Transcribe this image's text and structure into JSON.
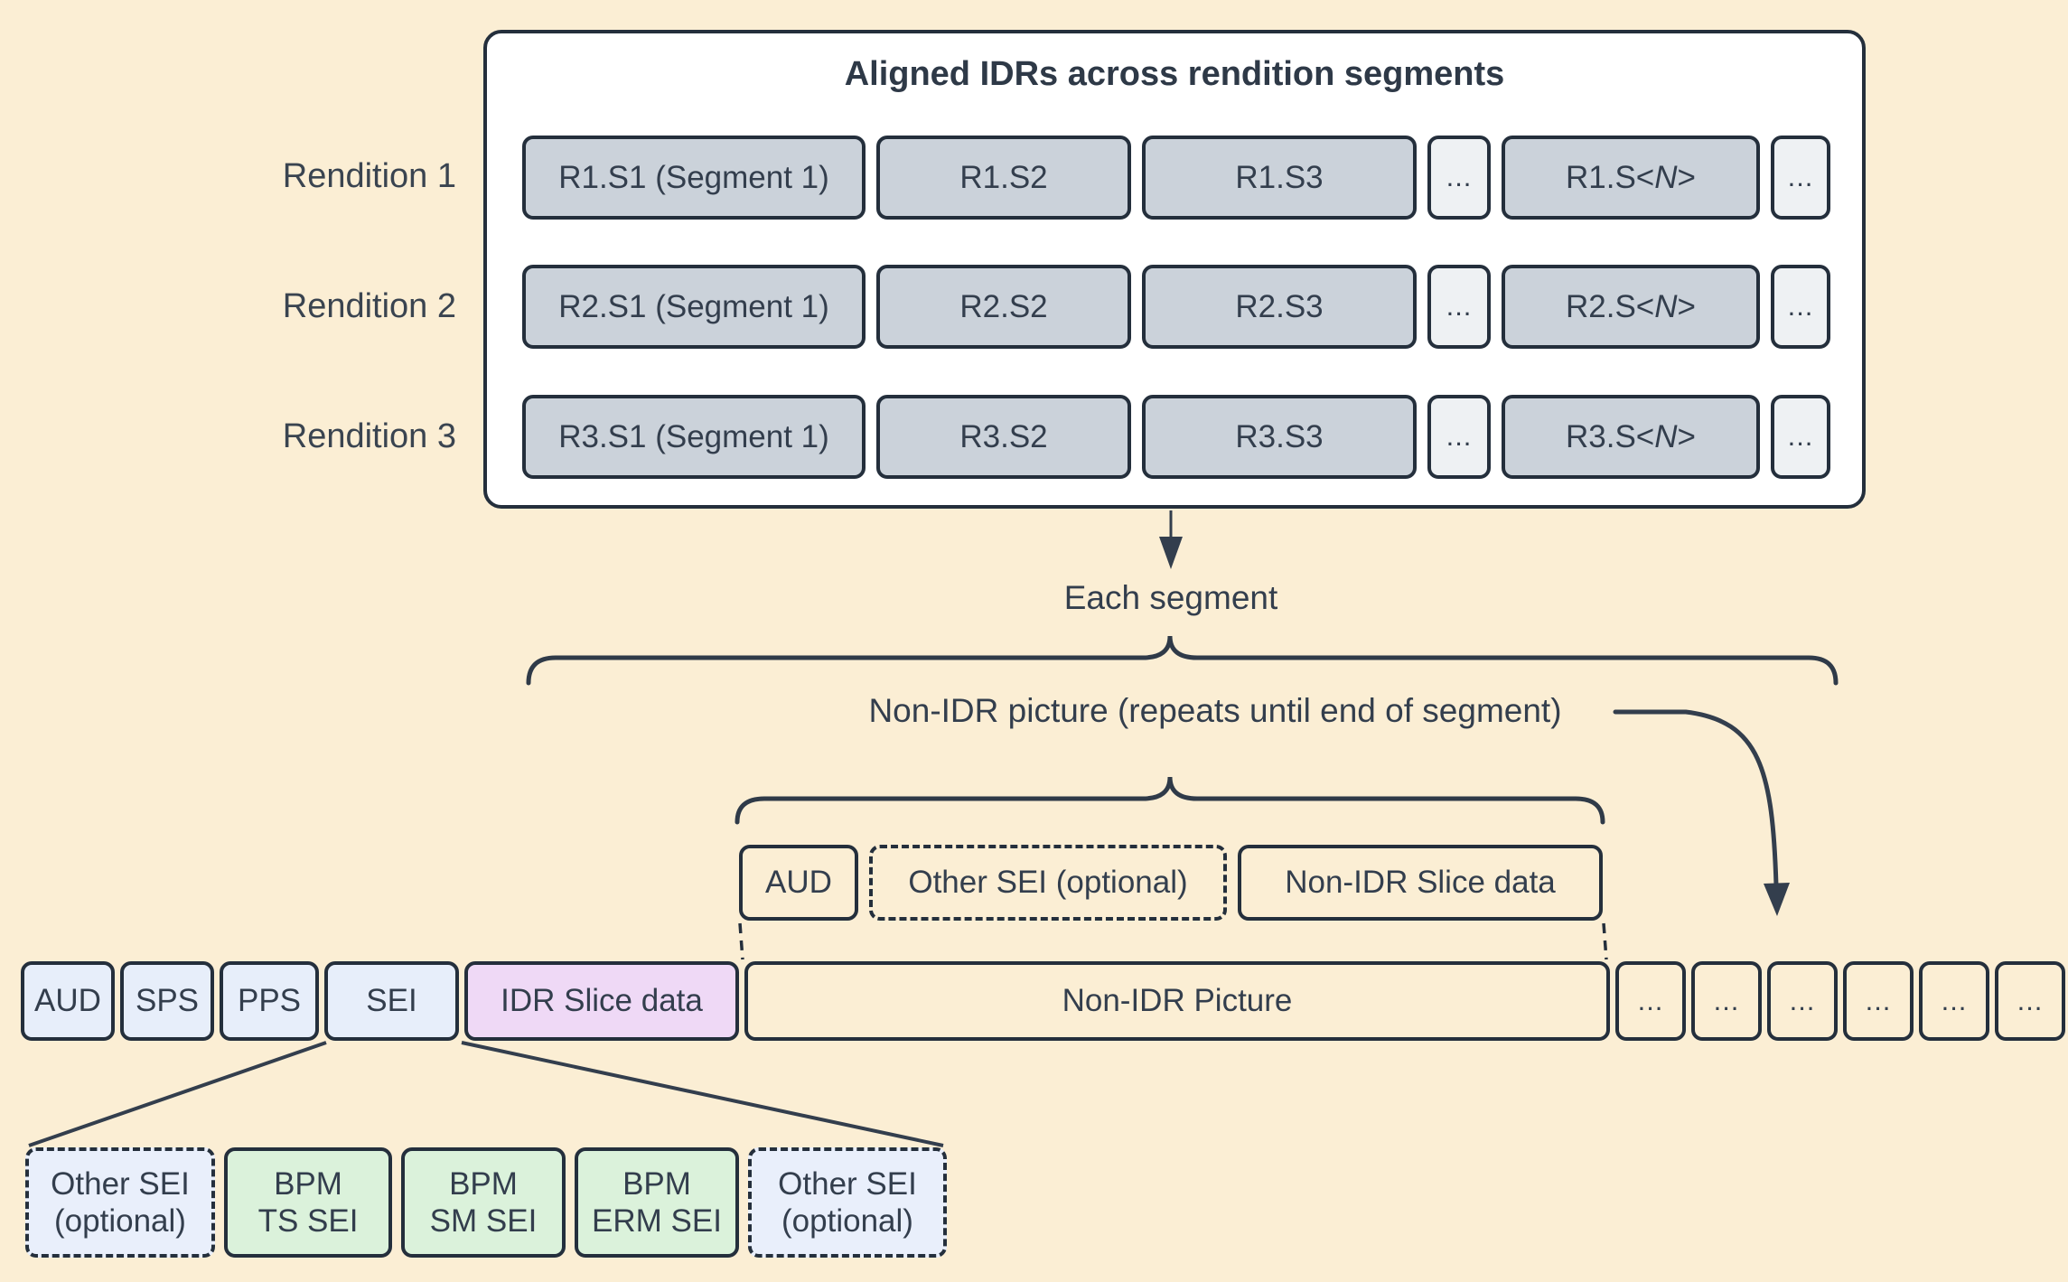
{
  "diagram": {
    "title": "Aligned IDRs across rendition segments"
  },
  "renditions": [
    {
      "label": "Rendition 1",
      "s1": "R1.S1 (Segment 1)",
      "s2": "R1.S2",
      "s3": "R1.S3",
      "dots": "...",
      "sn_pre": "R1.S<",
      "sn_n": "N",
      "sn_post": ">",
      "dots2": "..."
    },
    {
      "label": "Rendition 2",
      "s1": "R2.S1 (Segment 1)",
      "s2": "R2.S2",
      "s3": "R2.S3",
      "dots": "...",
      "sn_pre": "R2.S<",
      "sn_n": "N",
      "sn_post": ">",
      "dots2": "..."
    },
    {
      "label": "Rendition 3",
      "s1": "R3.S1 (Segment 1)",
      "s2": "R3.S2",
      "s3": "R3.S3",
      "dots": "...",
      "sn_pre": "R3.S<",
      "sn_n": "N",
      "sn_post": ">",
      "dots2": "..."
    }
  ],
  "flow": {
    "each_segment_label": "Each segment",
    "non_idr_repeat_label": "Non-IDR picture (repeats until end of segment)"
  },
  "non_idr_picture_nals": {
    "aud": "AUD",
    "other_sei": "Other SEI (optional)",
    "slice": "Non-IDR Slice data"
  },
  "segment_stream": {
    "aud": "AUD",
    "sps": "SPS",
    "pps": "PPS",
    "sei": "SEI",
    "idr": "IDR Slice data",
    "non_idr": "Non-IDR Picture",
    "dots": [
      "...",
      "...",
      "...",
      "...",
      "...",
      "..."
    ]
  },
  "sei_expansion": [
    {
      "line1": "Other SEI",
      "line2": "(optional)",
      "kind": "optional"
    },
    {
      "line1": "BPM",
      "line2": "TS SEI",
      "kind": "bpm"
    },
    {
      "line1": "BPM",
      "line2": "SM SEI",
      "kind": "bpm"
    },
    {
      "line1": "BPM",
      "line2": "ERM SEI",
      "kind": "bpm"
    },
    {
      "line1": "Other SEI",
      "line2": "(optional)",
      "kind": "optional"
    }
  ],
  "colors": {
    "background": "#FBEED4",
    "panel_fill": "#FFFFFF",
    "stroke": "#242F3C",
    "segment_gray": "#CBD2DA",
    "ellipsis_gray": "#EEF1F3",
    "nal_blue": "#E7EEFA",
    "idr_purple": "#EFD9F6",
    "bpm_green": "#DBF2DB",
    "optional_blue": "#E9EFFB",
    "text": "#333E4D"
  }
}
